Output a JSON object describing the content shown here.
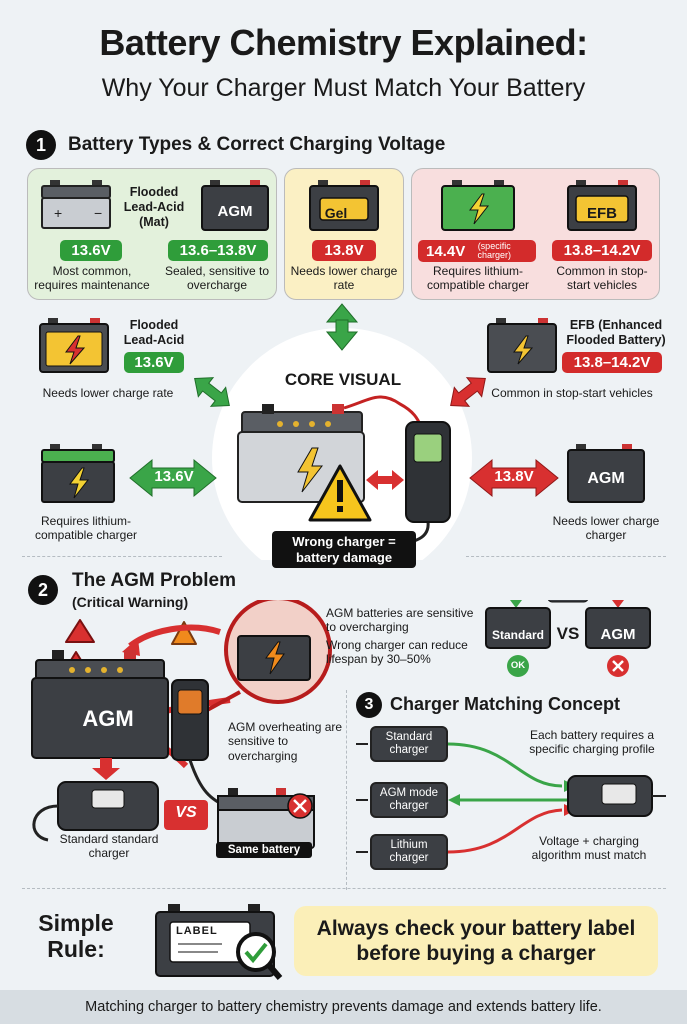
{
  "header": {
    "title": "Battery Chemistry Explained:",
    "subtitle": "Why Your Charger Must Match Your Battery"
  },
  "section1": {
    "number": "1",
    "title": "Battery Types & Correct Charging Voltage",
    "flooded_mat_label": "Flooded Lead-Acid (Mat)",
    "agm_battery_text": "AGM",
    "gel_battery_text": "Gel",
    "efb_battery_text": "EFB",
    "p1": {
      "voltage": "13.6V",
      "desc": "Most common, requires maintenance"
    },
    "p2": {
      "voltage": "13.6–13.8V",
      "desc": "Sealed, sensitive to overcharge"
    },
    "p3": {
      "voltage": "13.8V",
      "desc": "Needs lower charge rate"
    },
    "p4": {
      "voltage": "14.4V",
      "note": "(specific charger)",
      "desc": "Requires lithium-compatible charger"
    },
    "p5": {
      "voltage": "13.8–14.2V",
      "desc": "Common in stop-start vehicles"
    }
  },
  "core": {
    "label": "CORE VISUAL",
    "warning": "Wrong charger = battery damage",
    "left_top": {
      "title": "Flooded Lead-Acid",
      "voltage": "13.6V",
      "desc": "Needs lower charge rate"
    },
    "right_top": {
      "title": "EFB (Enhanced Flooded Battery)",
      "voltage": "13.8–14.2V",
      "desc": "Common in stop-start vehicles"
    },
    "left_bottom": {
      "arrow_value": "13.6V",
      "desc": "Requires lithium-compatible charger"
    },
    "right_bottom": {
      "arrow_value": "13.8V",
      "battery_text": "AGM",
      "desc": "Needs lower charge charger"
    }
  },
  "section2": {
    "number": "2",
    "title": "The AGM Problem",
    "subtitle": "(Critical Warning)",
    "battery_text": "AGM",
    "callout1": "AGM batteries are sensitive to overcharging",
    "callout2": "Wrong charger can reduce lifespan by 30–50%",
    "overheat_note": "AGM overheating are sensitive to overcharging",
    "vs": "VS",
    "standard_charger_label": "Standard standard charger",
    "same_battery": "Same battery",
    "compare": {
      "left": "Standard",
      "vs": "VS",
      "right": "AGM",
      "ok": "OK"
    }
  },
  "section3": {
    "number": "3",
    "title": "Charger Matching Concept",
    "chargers": [
      "Standard charger",
      "AGM mode charger",
      "Lithium charger"
    ],
    "note_top": "Each battery requires a specific charging profile",
    "note_bottom": "Voltage + charging algorithm must match"
  },
  "rule": {
    "label": "Simple Rule:",
    "label_tag": "LABEL",
    "text": "Always check your battery label before buying a charger"
  },
  "footer": {
    "text": "Matching charger to battery chemistry prevents damage and extends battery life."
  },
  "colors": {
    "green": "#2f9d3a",
    "red": "#d32b2b",
    "panel_green": "#e3f1dc",
    "panel_yellow": "#fbf0c4",
    "panel_pink": "#f8dede",
    "rule_yellow": "#fbefb8"
  }
}
